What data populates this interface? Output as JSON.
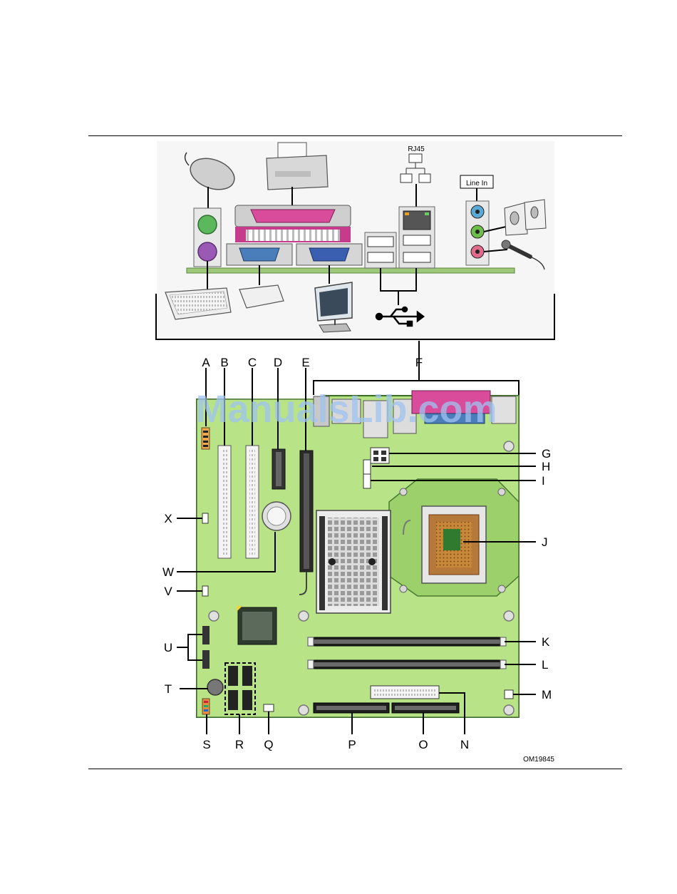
{
  "diagram": {
    "top_labels": {
      "rj45": "RJ45",
      "line_in": "Line In"
    },
    "callouts": [
      "A",
      "B",
      "C",
      "D",
      "E",
      "F",
      "G",
      "H",
      "I",
      "J",
      "K",
      "L",
      "M",
      "N",
      "O",
      "P",
      "Q",
      "R",
      "S",
      "T",
      "U",
      "V",
      "W",
      "X"
    ],
    "figure_id": "OM19845",
    "watermark": "ManualsLib.com"
  },
  "colors": {
    "board": "#aee07a",
    "board_edge": "#3d6b2a",
    "ps2_mouse": "#5cb85c",
    "ps2_keyboard": "#9b59b6",
    "parallel": "#d94c9c",
    "serial": "#4a7ebb",
    "vga": "#3a5fb0",
    "audio_line_in": "#5aa9d6",
    "audio_line_out": "#6dbf4b",
    "audio_mic": "#e06b8b",
    "watermark": "#9fc3f0"
  }
}
